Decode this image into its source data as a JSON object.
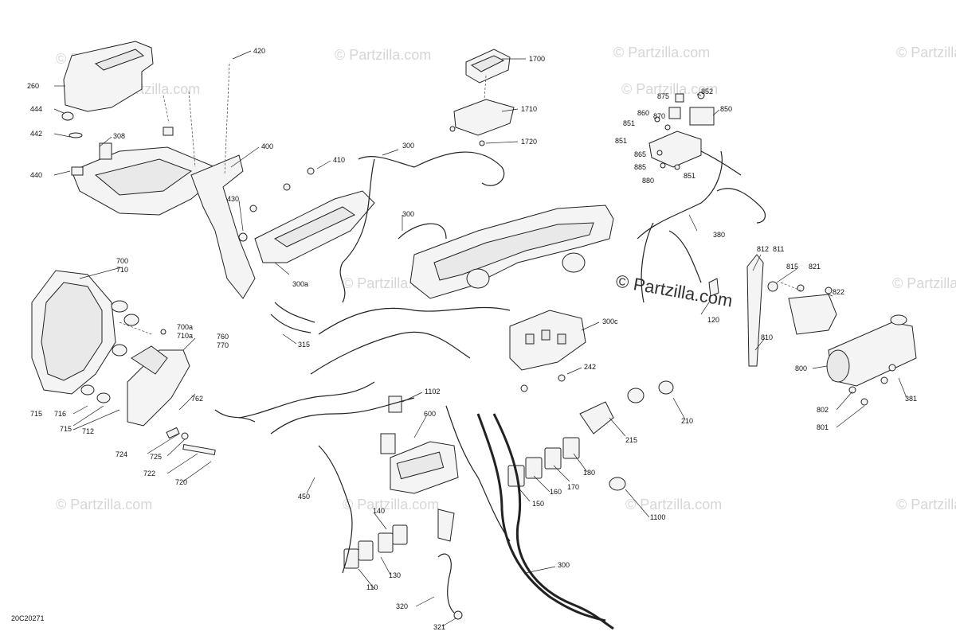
{
  "diagram": {
    "figure_id": "20C20271",
    "watermark": "© Partzilla.com",
    "part_labels": [
      "420",
      "260",
      "444",
      "442",
      "308",
      "440",
      "400",
      "410",
      "430",
      "1700",
      "1710",
      "1720",
      "300",
      "300",
      "300a",
      "875",
      "852",
      "860",
      "870",
      "850",
      "851",
      "851",
      "865",
      "885",
      "880",
      "851",
      "380",
      "812",
      "811",
      "815",
      "821",
      "822",
      "120",
      "810",
      "800",
      "381",
      "802",
      "801",
      "700",
      "710",
      "700a",
      "710a",
      "760",
      "770",
      "762",
      "715",
      "716",
      "715",
      "712",
      "724",
      "725",
      "722",
      "720",
      "315",
      "300c",
      "242",
      "1102",
      "600",
      "210",
      "215",
      "180",
      "170",
      "160",
      "150",
      "1100",
      "450",
      "140",
      "130",
      "110",
      "320",
      "321",
      "300"
    ]
  }
}
